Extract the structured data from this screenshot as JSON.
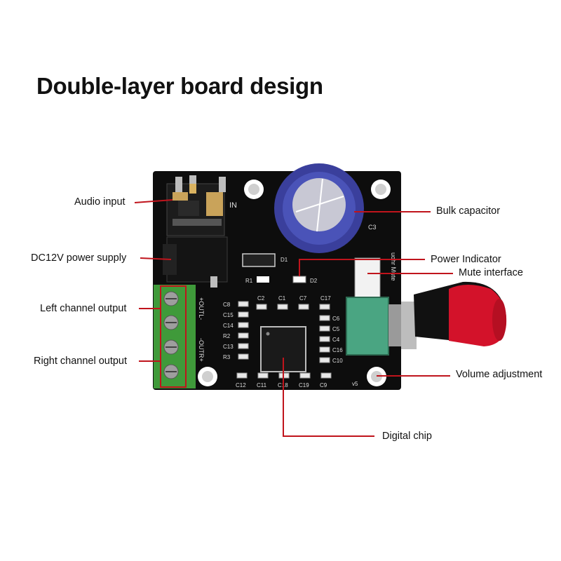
{
  "title": "Double-layer board design",
  "colors": {
    "pcb": "#0d0d0d",
    "leader_line": "#c0141c",
    "terminal_green": "#3f9a3a",
    "capacitor_blue": "#3a3f9c",
    "knob_red": "#d3122a",
    "pot_green": "#4aa582"
  },
  "callouts": {
    "audio_input": "Audio input",
    "dc_power": "DC12V power supply",
    "left_channel": "Left channel output",
    "right_channel": "Right channel output",
    "bulk_capacitor": "Bulk capacitor",
    "power_indicator": "Power Indicator",
    "mute_interface": "Mute interface",
    "volume_adjustment": "Volume adjustment",
    "digital_chip": "Digital chip"
  },
  "silkscreen": {
    "in": "IN",
    "c3": "C3",
    "d1": "D1",
    "d2": "D2",
    "r1": "R1",
    "v5": "v5",
    "outl": "+OUTL-",
    "outr": "-OUTR+",
    "mute_text": "uohr Mute",
    "parts_left": [
      "C8",
      "C15",
      "C14",
      "R2",
      "C13",
      "R3"
    ],
    "parts_top": [
      "C2",
      "C1",
      "C7",
      "C17"
    ],
    "parts_right": [
      "C6",
      "C5",
      "C4",
      "C16",
      "C10"
    ],
    "parts_bottom": [
      "C12",
      "C11",
      "C18",
      "C19",
      "C9"
    ]
  }
}
